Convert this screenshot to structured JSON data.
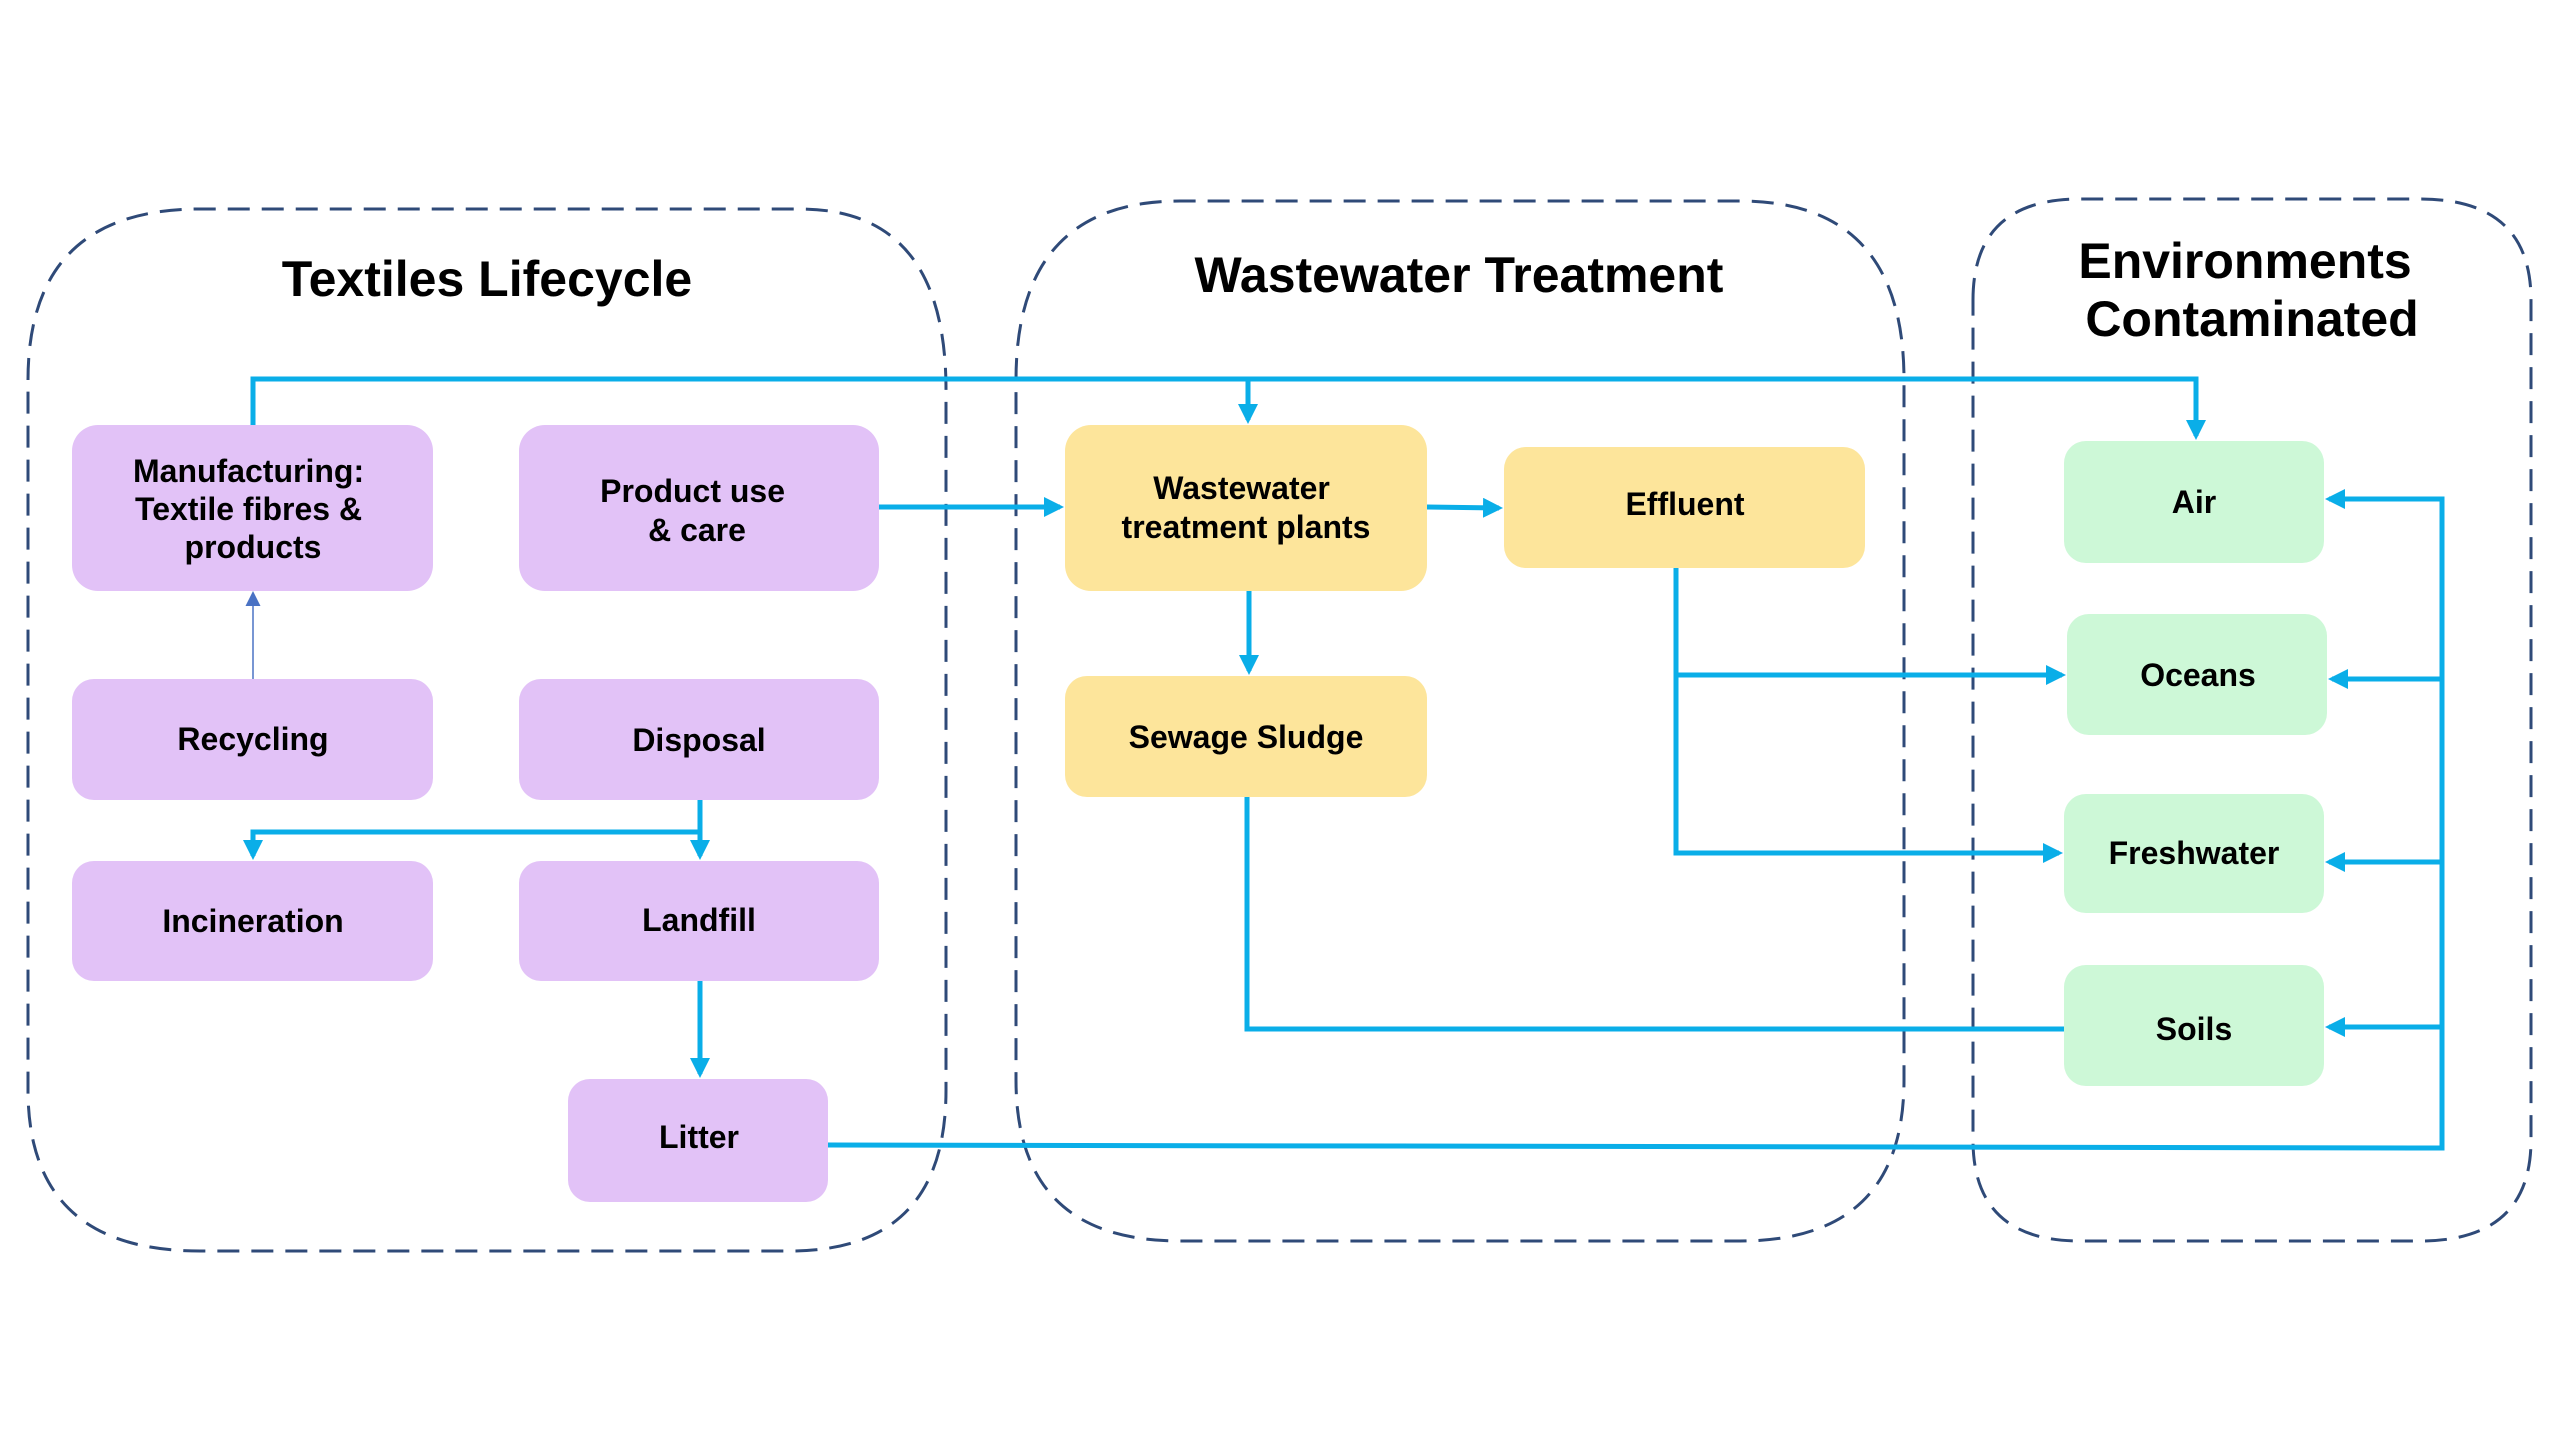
{
  "colors": {
    "lifecycle_node": "#e2c2f7",
    "treatment_node": "#fde59b",
    "environment_node": "#cdf8d7",
    "arrow": "#0aaee8",
    "panel_border": "#2f4a78"
  },
  "panels": [
    {
      "id": "textiles",
      "title_lines": [
        "Textiles Lifecycle"
      ]
    },
    {
      "id": "wastewater",
      "title_lines": [
        "Wastewater Treatment"
      ]
    },
    {
      "id": "environments",
      "title_lines": [
        "Environments",
        "Contaminated"
      ]
    }
  ],
  "nodes": {
    "manufacturing": {
      "lines": [
        "Manufacturing:",
        "Textile fibres &",
        "products"
      ],
      "group": "lifecycle"
    },
    "product_use": {
      "lines": [
        "Product use",
        "& care"
      ],
      "group": "lifecycle"
    },
    "recycling": {
      "lines": [
        "Recycling"
      ],
      "group": "lifecycle"
    },
    "disposal": {
      "lines": [
        "Disposal"
      ],
      "group": "lifecycle"
    },
    "incineration": {
      "lines": [
        "Incineration"
      ],
      "group": "lifecycle"
    },
    "landfill": {
      "lines": [
        "Landfill"
      ],
      "group": "lifecycle"
    },
    "litter": {
      "lines": [
        "Litter"
      ],
      "group": "lifecycle"
    },
    "wwtp": {
      "lines": [
        "Wastewater",
        "treatment plants"
      ],
      "group": "treatment"
    },
    "effluent": {
      "lines": [
        "Effluent"
      ],
      "group": "treatment"
    },
    "sewage_sludge": {
      "lines": [
        "Sewage Sludge"
      ],
      "group": "treatment"
    },
    "air": {
      "lines": [
        "Air"
      ],
      "group": "environment"
    },
    "oceans": {
      "lines": [
        "Oceans"
      ],
      "group": "environment"
    },
    "freshwater": {
      "lines": [
        "Freshwater"
      ],
      "group": "environment"
    },
    "soils": {
      "lines": [
        "Soils"
      ],
      "group": "environment"
    }
  },
  "edges": [
    {
      "from": "recycling",
      "to": "manufacturing"
    },
    {
      "from": "manufacturing",
      "to": "wwtp"
    },
    {
      "from": "manufacturing",
      "to": "air"
    },
    {
      "from": "product_use",
      "to": "wwtp"
    },
    {
      "from": "wwtp",
      "to": "effluent"
    },
    {
      "from": "wwtp",
      "to": "sewage_sludge"
    },
    {
      "from": "effluent",
      "to": "oceans"
    },
    {
      "from": "effluent",
      "to": "freshwater"
    },
    {
      "from": "sewage_sludge",
      "to": "soils"
    },
    {
      "from": "disposal",
      "to": "incineration"
    },
    {
      "from": "disposal",
      "to": "landfill"
    },
    {
      "from": "landfill",
      "to": "litter"
    },
    {
      "from": "litter",
      "to": "air"
    },
    {
      "from": "litter",
      "to": "oceans"
    },
    {
      "from": "litter",
      "to": "freshwater"
    },
    {
      "from": "litter",
      "to": "soils"
    }
  ]
}
